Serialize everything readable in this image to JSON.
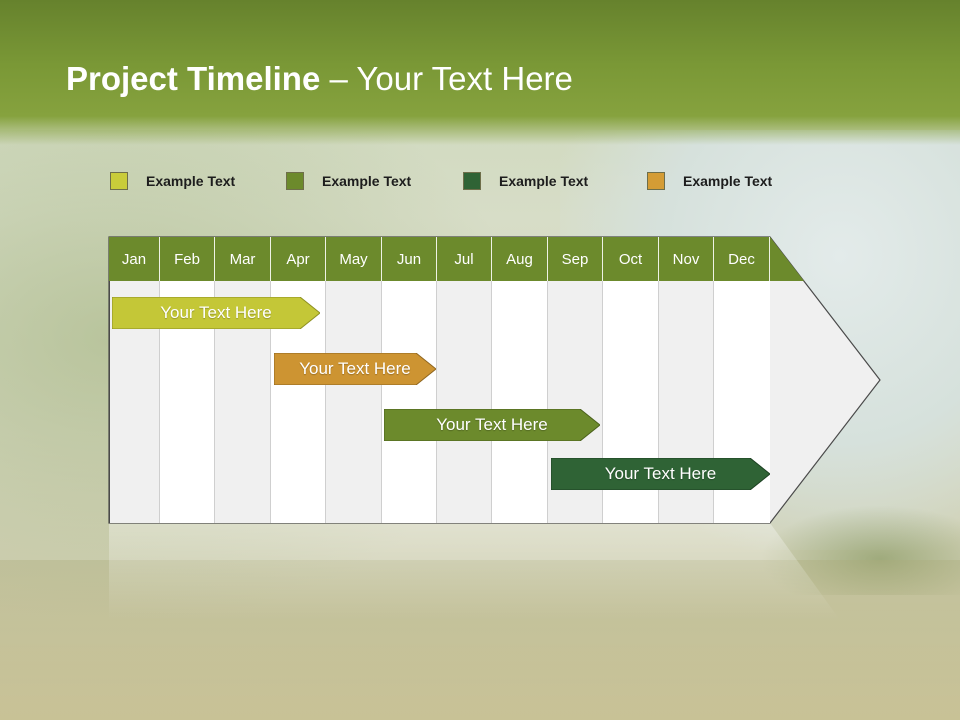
{
  "header": {
    "title_bold": "Project Timeline",
    "title_rest": " – Your Text Here"
  },
  "legend": [
    {
      "label": "Example Text",
      "color": "#c9cc3a"
    },
    {
      "label": "Example Text",
      "color": "#6c8a2c"
    },
    {
      "label": "Example Text",
      "color": "#2f6335"
    },
    {
      "label": "Example Text",
      "color": "#d49c35"
    }
  ],
  "months": [
    "Jan",
    "Feb",
    "Mar",
    "Apr",
    "May",
    "Jun",
    "Jul",
    "Aug",
    "Sep",
    "Oct",
    "Nov",
    "Dec"
  ],
  "tasks": [
    {
      "label": "Your  Text Here",
      "color": "#c4c737"
    },
    {
      "label": "Your  Text Here",
      "color": "#cd9432"
    },
    {
      "label": "Your  Text Here",
      "color": "#6c8a2c"
    },
    {
      "label": "Your  Text Here",
      "color": "#2f6335"
    }
  ],
  "colors": {
    "header_green": "#6c8a2c",
    "arrow_fill": "#f0f0f0",
    "arrow_outline": "#4a4a4a"
  }
}
